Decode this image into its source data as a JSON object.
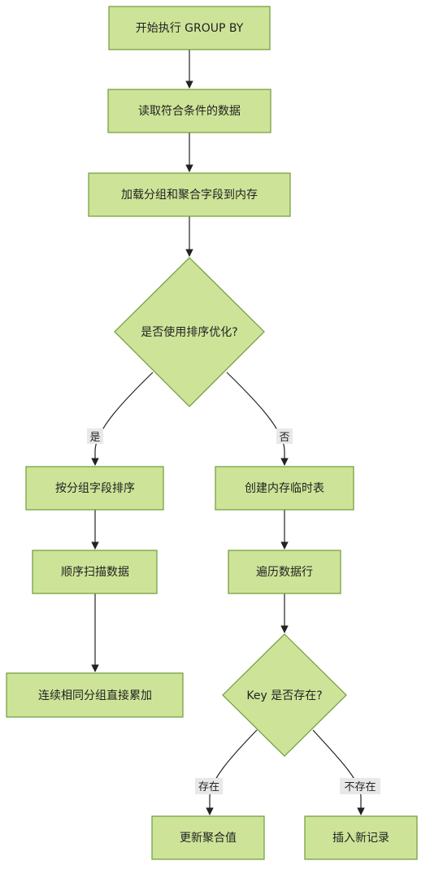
{
  "nodes": {
    "start": "开始执行 GROUP BY",
    "read": "读取符合条件的数据",
    "load": "加载分组和聚合字段到内存",
    "decision_sort": "是否使用排序优化?",
    "sort": "按分组字段排序",
    "scan": "顺序扫描数据",
    "accumulate": "连续相同分组直接累加",
    "create_temp": "创建内存临时表",
    "iterate": "遍历数据行",
    "decision_key": "Key 是否存在?",
    "update": "更新聚合值",
    "insert": "插入新记录"
  },
  "edge_labels": {
    "yes": "是",
    "no": "否",
    "exists": "存在",
    "not_exists": "不存在"
  },
  "colors": {
    "node_fill": "#cde498",
    "node_stroke": "#6d9b3a",
    "edge": "#222222",
    "label_bg": "#e8e8e8"
  }
}
